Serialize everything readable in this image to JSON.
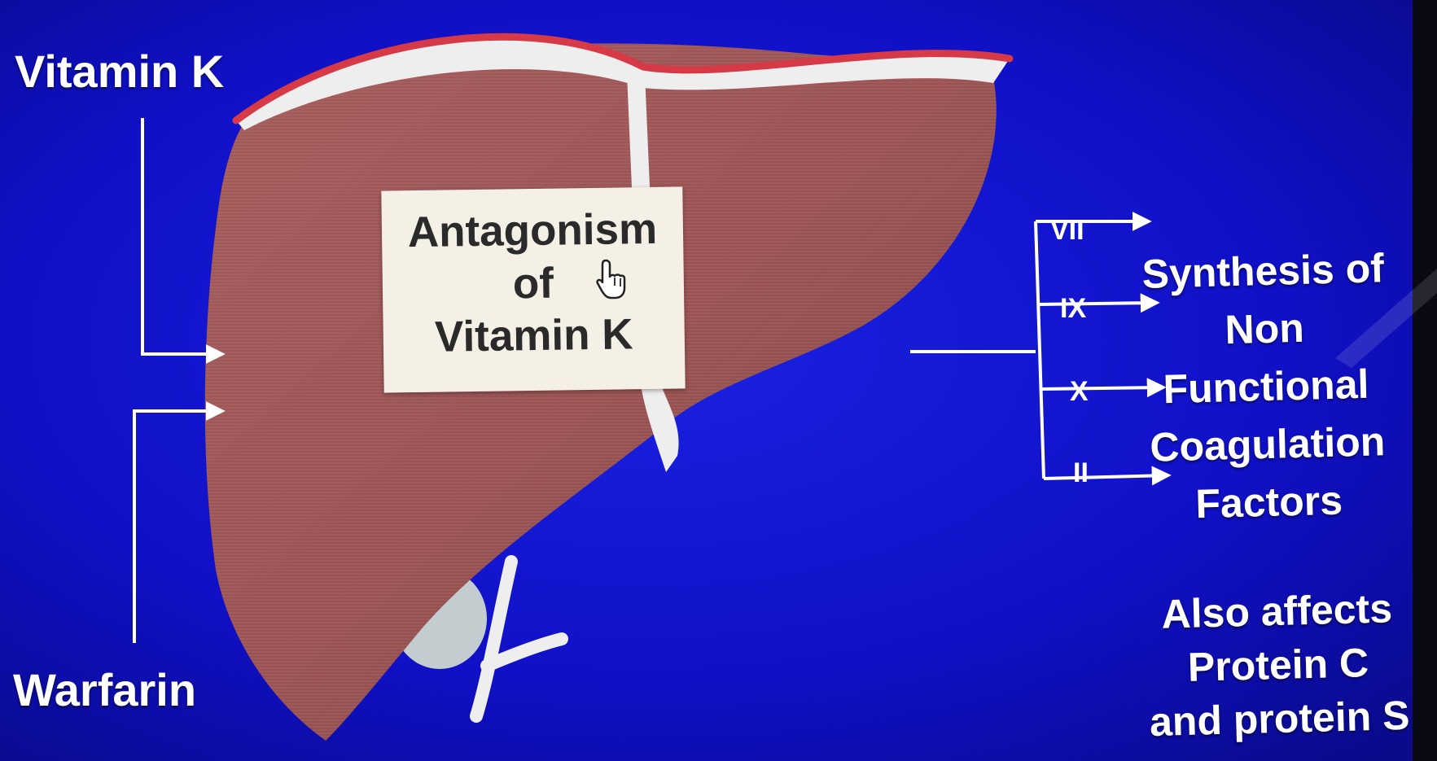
{
  "slide": {
    "left_top_label": "Vitamin K",
    "left_bottom_label": "Warfarin",
    "center_box": {
      "line1": "Antagonism",
      "line2": "of",
      "line3": "Vitamin K"
    },
    "factors": [
      "VII",
      "IX",
      "X",
      "II"
    ],
    "synthesis_lines": [
      "Synthesis of",
      "Non",
      "Functional",
      "Coagulation",
      "Factors"
    ],
    "also_lines": [
      "Also affects",
      "Protein C",
      "and protein S"
    ]
  },
  "colors": {
    "background_blue": "#1010c8",
    "liver": "#9a5252",
    "ligament": "#eeeeee",
    "capsule_edge": "#d63a47",
    "gallbladder": "#c3cdcf",
    "text": "#ffffff",
    "box": "#f4f0e6"
  },
  "icons": {
    "cursor": "hand-pointer-icon"
  }
}
